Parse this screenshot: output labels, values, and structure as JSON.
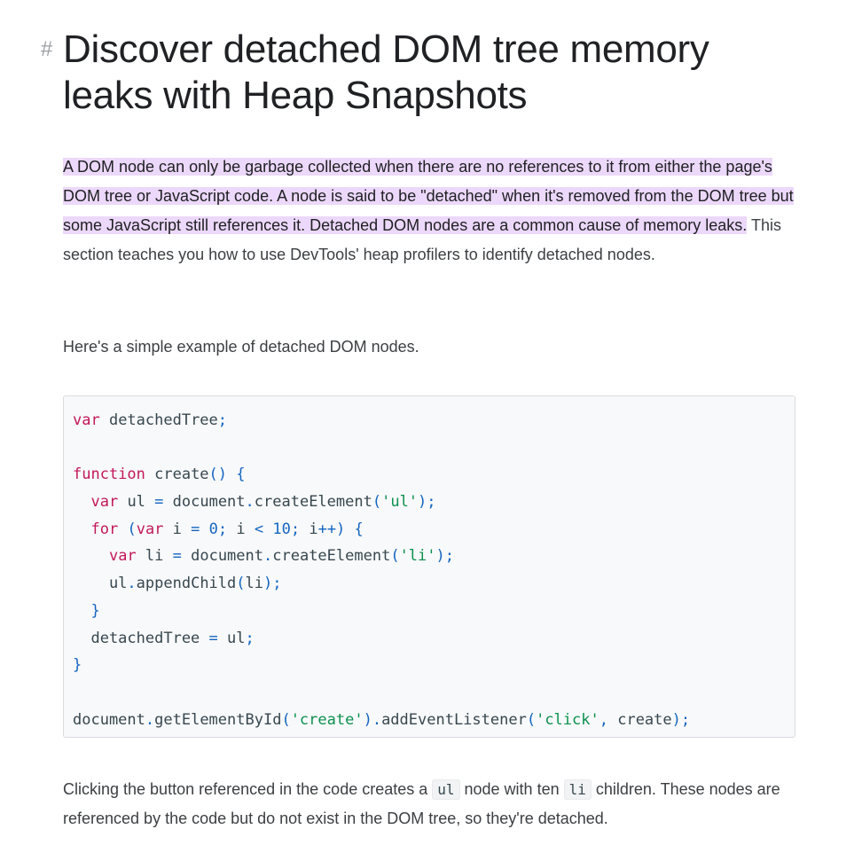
{
  "heading": {
    "anchor": "#",
    "title": "Discover detached DOM tree memory leaks with Heap Snapshots"
  },
  "intro": {
    "highlighted": "A DOM node can only be garbage collected when there are no references to it from either the page's DOM tree or JavaScript code. A node is said to be \"detached\" when it's removed from the DOM tree but some JavaScript still references it. Detached DOM nodes are a common cause of memory leaks.",
    "rest": " This section teaches you how to use DevTools' heap profilers to identify detached nodes."
  },
  "example_intro": "Here's a simple example of detached DOM nodes.",
  "code": {
    "lines": [
      [
        {
          "t": "kw",
          "v": "var"
        },
        {
          "t": "plain",
          "v": " detachedTree"
        },
        {
          "t": "pun",
          "v": ";"
        }
      ],
      [],
      [
        {
          "t": "kw",
          "v": "function"
        },
        {
          "t": "plain",
          "v": " create"
        },
        {
          "t": "pun",
          "v": "() {"
        }
      ],
      [
        {
          "t": "plain",
          "v": "  "
        },
        {
          "t": "kw",
          "v": "var"
        },
        {
          "t": "plain",
          "v": " ul "
        },
        {
          "t": "pun",
          "v": "="
        },
        {
          "t": "plain",
          "v": " document"
        },
        {
          "t": "pun",
          "v": "."
        },
        {
          "t": "plain",
          "v": "createElement"
        },
        {
          "t": "pun",
          "v": "("
        },
        {
          "t": "str",
          "v": "'ul'"
        },
        {
          "t": "pun",
          "v": ");"
        }
      ],
      [
        {
          "t": "plain",
          "v": "  "
        },
        {
          "t": "kw",
          "v": "for"
        },
        {
          "t": "plain",
          "v": " "
        },
        {
          "t": "pun",
          "v": "("
        },
        {
          "t": "kw",
          "v": "var"
        },
        {
          "t": "plain",
          "v": " i "
        },
        {
          "t": "pun",
          "v": "="
        },
        {
          "t": "plain",
          "v": " "
        },
        {
          "t": "num",
          "v": "0"
        },
        {
          "t": "pun",
          "v": ";"
        },
        {
          "t": "plain",
          "v": " i "
        },
        {
          "t": "pun",
          "v": "<"
        },
        {
          "t": "plain",
          "v": " "
        },
        {
          "t": "num",
          "v": "10"
        },
        {
          "t": "pun",
          "v": ";"
        },
        {
          "t": "plain",
          "v": " i"
        },
        {
          "t": "pun",
          "v": "++) {"
        }
      ],
      [
        {
          "t": "plain",
          "v": "    "
        },
        {
          "t": "kw",
          "v": "var"
        },
        {
          "t": "plain",
          "v": " li "
        },
        {
          "t": "pun",
          "v": "="
        },
        {
          "t": "plain",
          "v": " document"
        },
        {
          "t": "pun",
          "v": "."
        },
        {
          "t": "plain",
          "v": "createElement"
        },
        {
          "t": "pun",
          "v": "("
        },
        {
          "t": "str",
          "v": "'li'"
        },
        {
          "t": "pun",
          "v": ");"
        }
      ],
      [
        {
          "t": "plain",
          "v": "    ul"
        },
        {
          "t": "pun",
          "v": "."
        },
        {
          "t": "plain",
          "v": "appendChild"
        },
        {
          "t": "pun",
          "v": "("
        },
        {
          "t": "plain",
          "v": "li"
        },
        {
          "t": "pun",
          "v": ");"
        }
      ],
      [
        {
          "t": "plain",
          "v": "  "
        },
        {
          "t": "pun",
          "v": "}"
        }
      ],
      [
        {
          "t": "plain",
          "v": "  detachedTree "
        },
        {
          "t": "pun",
          "v": "="
        },
        {
          "t": "plain",
          "v": " ul"
        },
        {
          "t": "pun",
          "v": ";"
        }
      ],
      [
        {
          "t": "pun",
          "v": "}"
        }
      ],
      [],
      [
        {
          "t": "plain",
          "v": "document"
        },
        {
          "t": "pun",
          "v": "."
        },
        {
          "t": "plain",
          "v": "getElementById"
        },
        {
          "t": "pun",
          "v": "("
        },
        {
          "t": "str",
          "v": "'create'"
        },
        {
          "t": "pun",
          "v": ")."
        },
        {
          "t": "plain",
          "v": "addEventListener"
        },
        {
          "t": "pun",
          "v": "("
        },
        {
          "t": "str",
          "v": "'click'"
        },
        {
          "t": "pun",
          "v": ","
        },
        {
          "t": "plain",
          "v": " create"
        },
        {
          "t": "pun",
          "v": ");"
        }
      ]
    ]
  },
  "closing": {
    "part1": "Clicking the button referenced in the code creates a ",
    "code1": "ul",
    "part2": " node with ten ",
    "code2": "li",
    "part3": " children. These nodes are referenced by the code but do not exist in the DOM tree, so they're detached."
  }
}
